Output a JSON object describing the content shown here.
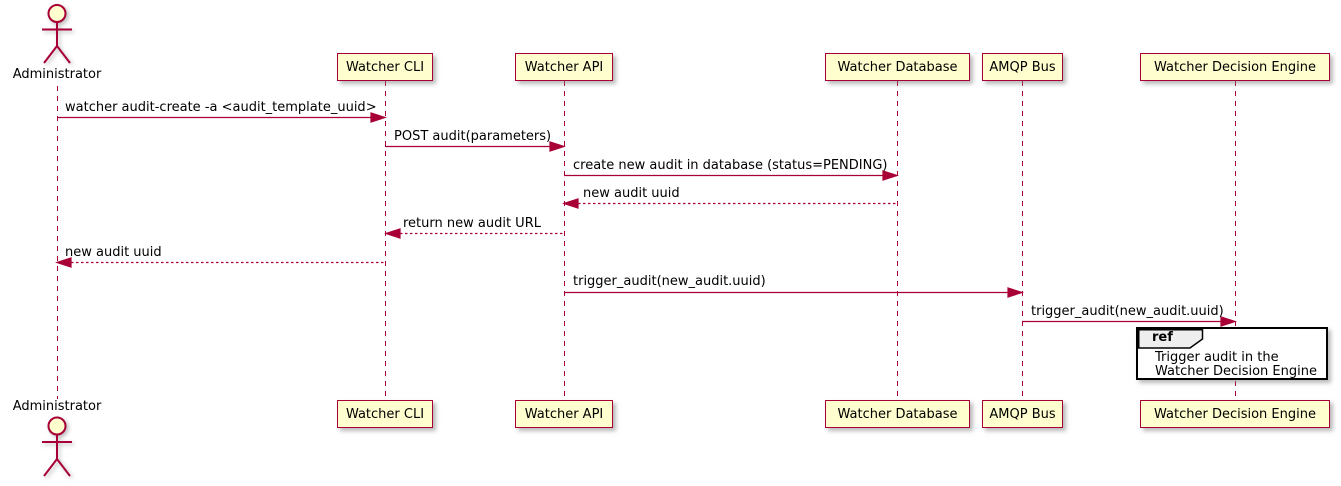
{
  "diagram": {
    "type": "uml-sequence",
    "colors": {
      "stroke": "#A80036",
      "participant_fill": "#FEFECE",
      "ref_header_fill": "#EEEEEE",
      "ref_border": "#000000",
      "text": "#000000",
      "background": "#FFFFFF"
    },
    "actor": {
      "name": "Administrator"
    },
    "participants": [
      {
        "label": "Watcher CLI"
      },
      {
        "label": "Watcher API"
      },
      {
        "label": "Watcher Database"
      },
      {
        "label": "AMQP Bus"
      },
      {
        "label": "Watcher Decision Engine"
      }
    ],
    "messages": [
      {
        "label": "watcher audit-create -a <audit_template_uuid>",
        "from": "Administrator",
        "to": "Watcher CLI",
        "style": "solid"
      },
      {
        "label": "POST audit(parameters)",
        "from": "Watcher CLI",
        "to": "Watcher API",
        "style": "solid"
      },
      {
        "label": "create new audit in database (status=PENDING)",
        "from": "Watcher API",
        "to": "Watcher Database",
        "style": "solid"
      },
      {
        "label": "new audit uuid",
        "from": "Watcher Database",
        "to": "Watcher API",
        "style": "dashed"
      },
      {
        "label": "return new audit URL",
        "from": "Watcher API",
        "to": "Watcher CLI",
        "style": "dashed"
      },
      {
        "label": "new audit uuid",
        "from": "Watcher CLI",
        "to": "Administrator",
        "style": "dashed"
      },
      {
        "label": "trigger_audit(new_audit.uuid)",
        "from": "Watcher API",
        "to": "AMQP Bus",
        "style": "solid"
      },
      {
        "label": "trigger_audit(new_audit.uuid)",
        "from": "AMQP Bus",
        "to": "Watcher Decision Engine",
        "style": "solid"
      }
    ],
    "ref": {
      "keyword": "ref",
      "lines": [
        "Trigger audit in the",
        "Watcher Decision Engine"
      ]
    }
  }
}
